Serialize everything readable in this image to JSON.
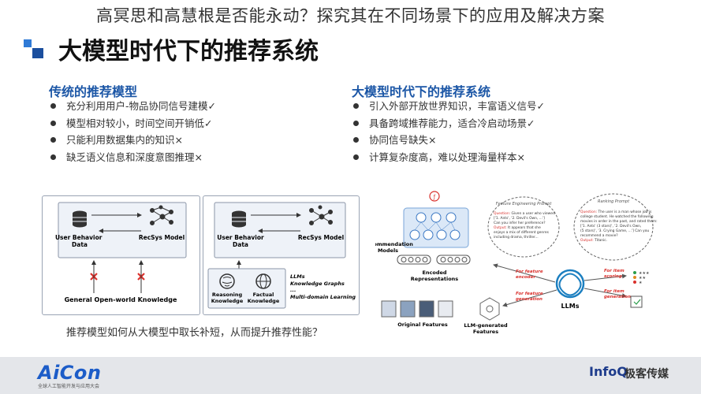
{
  "top_title": "高冥思和高慧根是否能永动？探究其在不同场景下的应用及解决方案",
  "slide_title": "大模型时代下的推荐系统",
  "left_column": {
    "heading": "传统的推荐模型",
    "bullets": [
      "充分利用用户-物品协同信号建模✓",
      "模型相对较小，时间空间开销低✓",
      "只能利用数据集内的知识×",
      "缺乏语义信息和深度意图推理×"
    ]
  },
  "right_column": {
    "heading": "大模型时代下的推荐系统",
    "bullets": [
      "引入外部开放世界知识，丰富语义信号✓",
      "具备跨域推荐能力，适合冷启动场景✓",
      "协同信号缺失×",
      "计算复杂度高，难以处理海量样本×"
    ]
  },
  "diagram_left": {
    "user_behavior": "User Behavior\nData",
    "recsys": "RecSys Model",
    "knowledge": "General Open-world Knowledge"
  },
  "diagram_right": {
    "user_behavior": "User Behavior\nData",
    "recsys": "RecSys Model",
    "reasoning": "Reasoning\nKnowledge",
    "factual": "Factual\nKnowledge",
    "llms_note": "LLMs\nKnowledge Graphs\n...\nMulti-domain Learning"
  },
  "diagram_pipeline": {
    "recommendation_models": "Recommendation\nModels",
    "encoded_representations": "Encoded\nRepresentations",
    "original_features": "Original Features",
    "llm_generated_features": "LLM-generated\nFeatures",
    "llms": "LLMs",
    "feature_engineering_prompt": "Feature Engineering Prompt",
    "ranking_prompt": "Ranking Prompt",
    "fe_prompt_text": "Question: Given a user who viewed ['1. Ants', '2. Devil's Own, ...'] Can you infer her preference? Output: It appears that she enjoys a mix of different genres including drama, thriller...",
    "rank_prompt_text": "Question: The user is a man whose job is college student. He watched the following movies in order in the past, and rated them: ['1. Ants' (3 stars)', '2. Devil's Own, (5 stars)', '3. Crying Game, ...'] Can you recommend a movie? Output: Titanic.",
    "for_feature_encoder": "For feature\nencoder",
    "for_feature_generation": "For feature\ngeneration",
    "for_item_scoring": "For item\nscoring",
    "for_item_generation": "For item\ngeneration"
  },
  "question": "推荐模型如何从大模型中取长补短，从而提升推荐性能？",
  "footer": {
    "aicon_logo": "AiCon",
    "aicon_sub": "全球人工智能开发与应用大会",
    "infoq_logo": "InfoQ",
    "infoq_brand": "极客传媒"
  },
  "colors": {
    "accent_blue": "#1b56a6",
    "mark_blue": "#2f7ad6",
    "cross_red": "#d9302c",
    "panel_fill": "#eef2f8"
  }
}
